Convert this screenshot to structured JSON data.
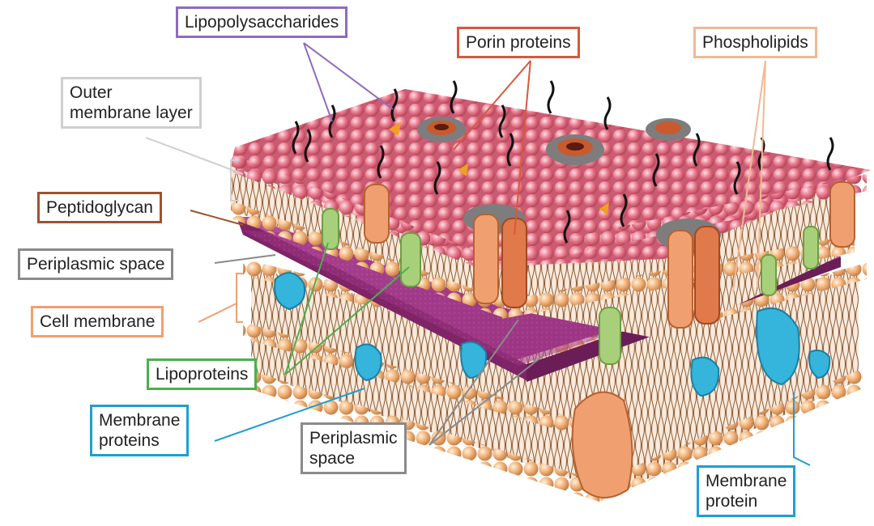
{
  "labels": {
    "lipopolysaccharides": "Lipopolysaccharides",
    "porin_proteins": "Porin proteins",
    "phospholipids": "Phospholipids",
    "outer_membrane_layer": "Outer\nmembrane layer",
    "peptidoglycan": "Peptidoglycan",
    "periplasmic_space_left": "Periplasmic space",
    "cell_membrane": "Cell membrane",
    "lipoproteins": "Lipoproteins",
    "membrane_proteins": "Membrane\nproteins",
    "periplasmic_space_bottom": "Periplasmic\nspace",
    "membrane_protein": "Membrane\nprotein"
  },
  "colors": {
    "lipopolysaccharides": "#8e6bbf",
    "porin_proteins": "#d9583b",
    "phospholipids": "#f0b994",
    "outer_membrane_layer": "#cfcfcf",
    "peptidoglycan": "#a0522d",
    "periplasmic_space": "#8a8a8a",
    "cell_membrane": "#f0a070",
    "lipoproteins": "#4caf50",
    "membrane_proteins": "#1e9fd0",
    "outer_membrane_heads": "#e9798d",
    "peptidoglycan_layer": "#a63a8c",
    "phospholipid_heads": "#f2b37a",
    "porin": "#8b8b8b",
    "lipoprotein_fill": "#a8d07a",
    "membrane_protein_fill": "#35b4dc",
    "orange_protein": "#e8945a"
  }
}
